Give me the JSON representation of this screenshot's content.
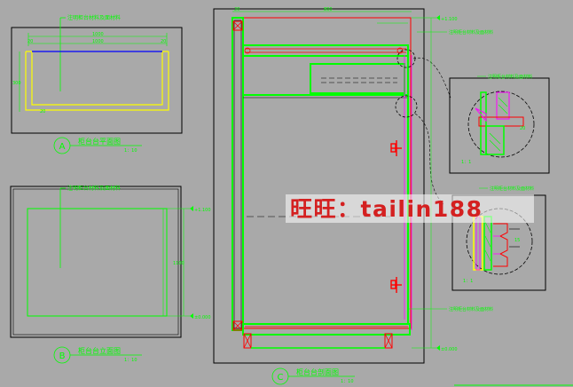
{
  "drawing": {
    "background": "#a9a9a9",
    "colors": {
      "line": "#00ff00",
      "frame": "#000000",
      "red": "#ff0000",
      "yellow": "#ffff00",
      "magenta": "#ff00ff",
      "blue": "#0000ff",
      "white": "#ffffff",
      "watermark": "#d42020"
    }
  },
  "view_a": {
    "marker": "A",
    "title": "柜台台平面图",
    "scale": "1：10",
    "note": "注明柜台材料及面材料",
    "dim_outer": "1000",
    "dim_inner": "1000",
    "dim_side": "300",
    "dim_bottom": "20"
  },
  "view_b": {
    "marker": "B",
    "title": "柜台台立面图",
    "scale": "1：10",
    "note": "注明柜台材料及面材料",
    "level_top": "+1.100",
    "level_bottom": "±0.000",
    "dim_height": "1100"
  },
  "view_c": {
    "marker": "C",
    "title": "柜台台剖面图",
    "scale": "1：10",
    "dim_top": "800",
    "level_top": "+1.100",
    "level_bottom": "±0.000",
    "notes": [
      "注明柜台材料及面材料",
      "注明柜台材料及面材料"
    ]
  },
  "detail_1": {
    "note": "注明柜台材料及面材料",
    "scale": "1：1",
    "dim": "20"
  },
  "detail_2": {
    "note": "注明柜台材料及面材料",
    "scale": "1：1",
    "dim": "15"
  },
  "watermark": {
    "text": "旺旺：tailin188"
  }
}
